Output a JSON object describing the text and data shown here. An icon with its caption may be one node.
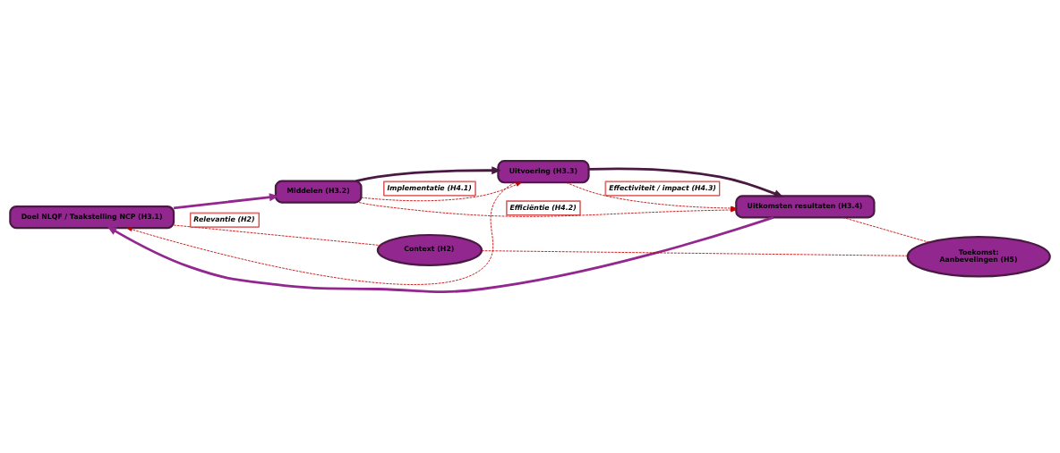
{
  "diagram": {
    "nodes": [
      {
        "text": [
          "Doel NLQF / Taakstelling NCP (H3.1)"
        ]
      },
      {
        "text": [
          "Middelen (H3.2)"
        ]
      },
      {
        "text": [
          "Uitvoering (H3.3)"
        ]
      },
      {
        "text": [
          "Uitkomsten resultaten (H3.4)"
        ]
      },
      {
        "text": [
          "Context (H2)"
        ]
      },
      {
        "text": [
          "Toekomst:",
          "Aanbevelingen (H5)"
        ]
      }
    ],
    "edges": [
      {
        "from": 0,
        "to": 1,
        "arrow": "to",
        "style": "thick",
        "color": "#92278f"
      },
      {
        "from": 1,
        "to": 2,
        "arrow": "to",
        "style": "thick",
        "color": "#4a1942"
      },
      {
        "from": 2,
        "to": 3,
        "arrow": "to",
        "style": "thick",
        "color": "#4a1942"
      },
      {
        "from": 3,
        "to": 0,
        "arrow": "to",
        "style": "thick",
        "color": "#92278f"
      },
      {
        "from": 1,
        "to": 2,
        "arrow": "to",
        "style": "dashed",
        "label": "Implementatie (H4.1)"
      },
      {
        "from": 2,
        "to": 3,
        "arrow": "to",
        "style": "dashed",
        "label": "Effectiviteit / impact (H4.3)"
      },
      {
        "from": 2,
        "to": 0,
        "arrow": "to",
        "style": "dashed"
      },
      {
        "from": 1,
        "to": 3,
        "arrow": "to",
        "style": "dashed",
        "label": "Efficiëntie (H4.2)"
      },
      {
        "from": 0,
        "to": 4,
        "arrow": "none",
        "style": "dashed",
        "label": "Relevantie (H2)"
      },
      {
        "from": 4,
        "to": 5,
        "arrow": "none",
        "style": "dashed"
      },
      {
        "from": 3,
        "to": 5,
        "arrow": "none",
        "style": "dashed"
      }
    ]
  }
}
